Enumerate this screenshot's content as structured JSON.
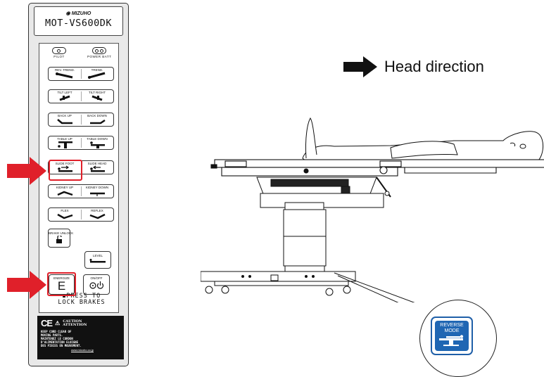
{
  "remote": {
    "brand": "MIZUHO",
    "model": "MOT-VS600DK",
    "lamps": {
      "pilot": "PILOT",
      "power_batt": "POWER BATT"
    },
    "buttons": {
      "rev_trend": "REV. TREND.",
      "trend": "TREND.",
      "tilt_left": "TILT LEFT",
      "tilt_right": "TILT RIGHT",
      "back_up": "BACK UP",
      "back_down": "BACK DOWN",
      "table_up": "TABLE UP",
      "table_down": "TABLE DOWN",
      "slide_foot": "SLIDE FOOT",
      "slide_head": "SLIDE HEAD",
      "kidney_up": "KIDNEY UP",
      "kidney_down": "KIDNEY DOWN",
      "flex": "FLEX",
      "reflex": "REFLEX",
      "brake_unlock": "BRAKE UNLOCK",
      "level": "LEVEL",
      "energize": "ENERGIZE",
      "energize_symbol": "E",
      "on_off": "ON/OFF"
    },
    "press_text_1": "PRESS TO",
    "press_text_2": "LOCK BRAKES",
    "caution": {
      "ce": "CE",
      "title_1": "CAUTION",
      "title_2": "ATTENTION",
      "body": "KEEP CORD CLEAR OF\nMOVING PARTS.\nMAINTENEZ LE CORDON\nD'ALIMENTATION ELOIGNE\nDES PIECES EN MOUVEMENT.",
      "url": "www.mizuho.co.jp"
    }
  },
  "head_direction_label": "Head direction",
  "reverse_mode": {
    "line1": "REVERSE",
    "line2": "MODE"
  },
  "colors": {
    "highlight": "#e0202a",
    "reverse_blue": "#1f66b3",
    "caution_bg": "#111111"
  }
}
